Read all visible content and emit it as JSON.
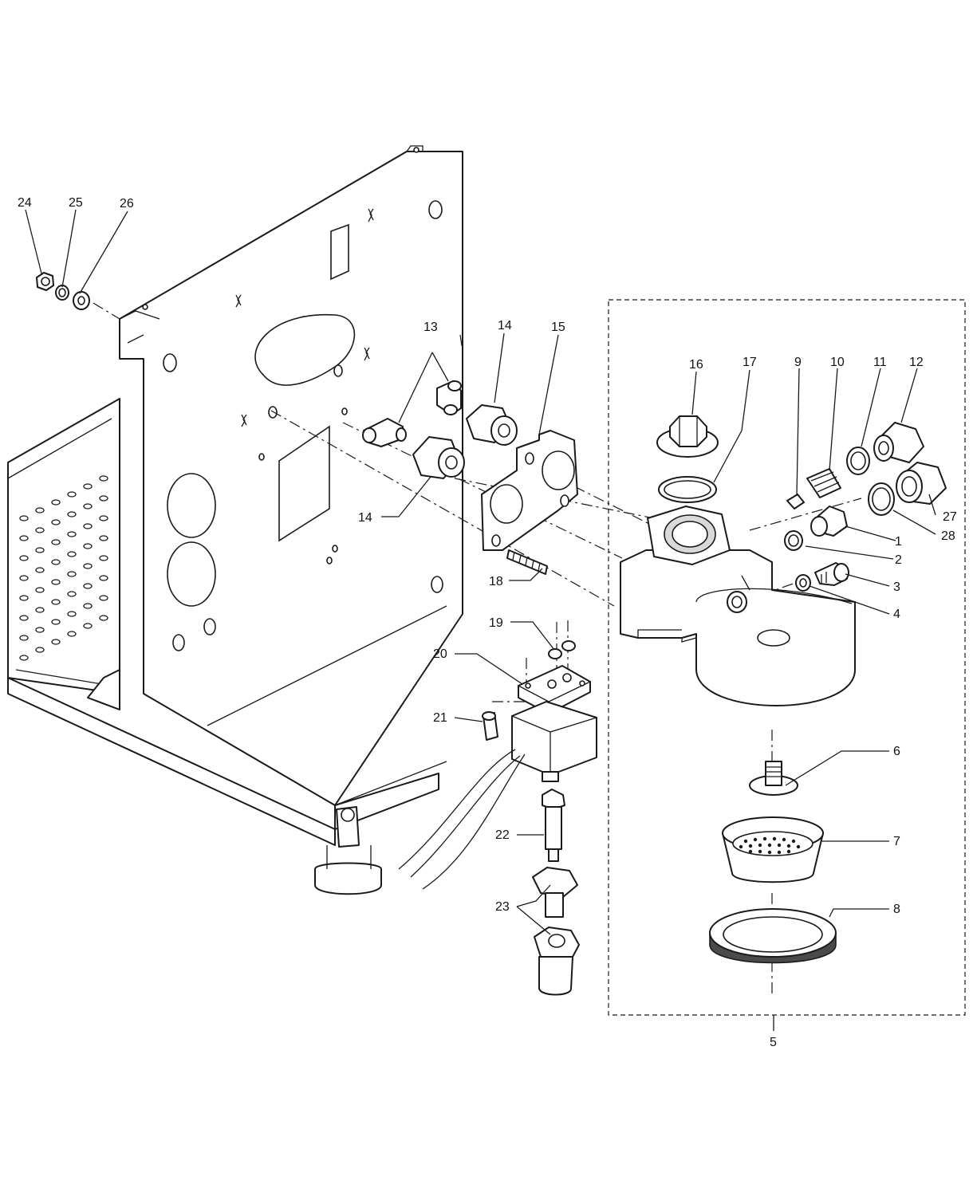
{
  "callouts": [
    {
      "id": "1",
      "label": "1"
    },
    {
      "id": "2",
      "label": "2"
    },
    {
      "id": "3",
      "label": "3"
    },
    {
      "id": "4",
      "label": "4"
    },
    {
      "id": "5",
      "label": "5"
    },
    {
      "id": "6",
      "label": "6"
    },
    {
      "id": "7",
      "label": "7"
    },
    {
      "id": "8",
      "label": "8"
    },
    {
      "id": "9",
      "label": "9"
    },
    {
      "id": "10",
      "label": "10"
    },
    {
      "id": "11",
      "label": "11"
    },
    {
      "id": "12",
      "label": "12"
    },
    {
      "id": "13",
      "label": "13"
    },
    {
      "id": "14a",
      "label": "14"
    },
    {
      "id": "14b",
      "label": "14"
    },
    {
      "id": "15",
      "label": "15"
    },
    {
      "id": "16",
      "label": "16"
    },
    {
      "id": "17",
      "label": "17"
    },
    {
      "id": "18",
      "label": "18"
    },
    {
      "id": "19",
      "label": "19"
    },
    {
      "id": "20",
      "label": "20"
    },
    {
      "id": "21",
      "label": "21"
    },
    {
      "id": "22",
      "label": "22"
    },
    {
      "id": "23",
      "label": "23"
    },
    {
      "id": "24",
      "label": "24"
    },
    {
      "id": "25",
      "label": "25"
    },
    {
      "id": "26",
      "label": "26"
    },
    {
      "id": "27",
      "label": "27"
    },
    {
      "id": "28",
      "label": "28"
    }
  ]
}
